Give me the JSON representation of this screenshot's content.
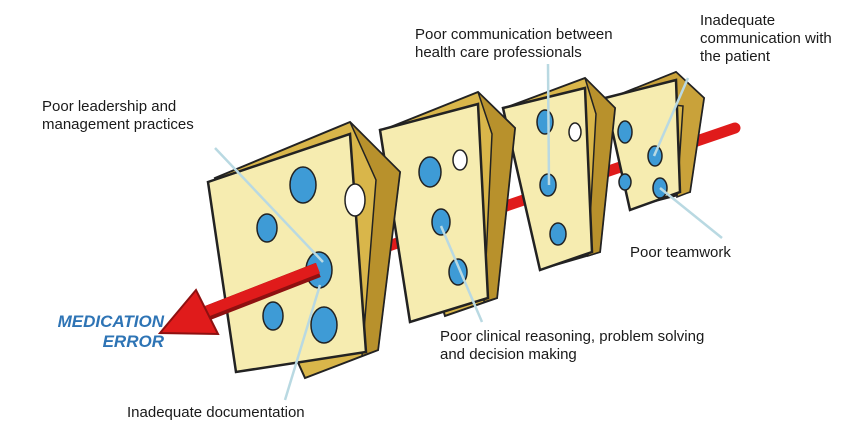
{
  "colors": {
    "cheese": "#f6ecb0",
    "cheese_side": "#d9b64a",
    "cheese_dark": "#b8912c",
    "hole": "#3e9bd6",
    "arrow": "#e01b1b",
    "leader": "#b9d9e2",
    "error_text": "#2e74b5",
    "text": "#1a1a1a"
  },
  "error_label": {
    "line1": "MEDICATION",
    "line2": "ERROR"
  },
  "labels": {
    "leadership": [
      "Poor leadership and",
      "management practices"
    ],
    "communication_professionals": [
      "Poor communication between",
      "health care professionals"
    ],
    "communication_patient": [
      "Inadequate",
      "communication with",
      "the patient"
    ],
    "teamwork": [
      "Poor teamwork"
    ],
    "clinical_reasoning": [
      "Poor clinical reasoning, problem solving",
      "and decision making"
    ],
    "documentation": [
      "Inadequate documentation"
    ]
  }
}
